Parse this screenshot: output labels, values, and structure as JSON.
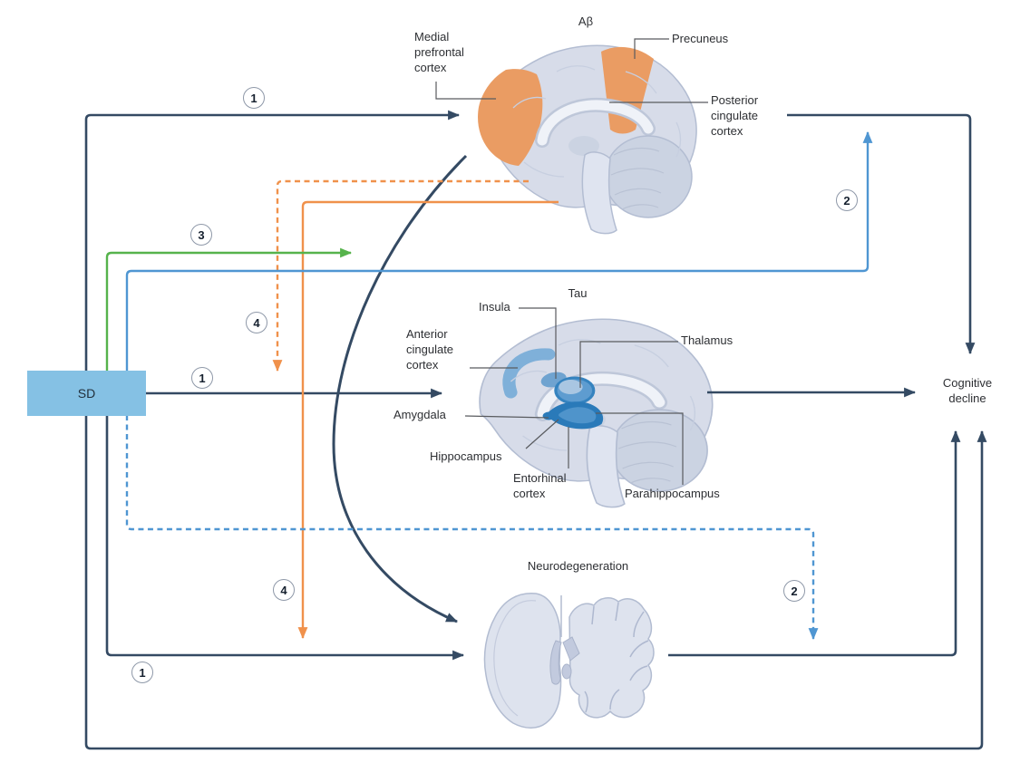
{
  "colors": {
    "navy_arrow": "#344a63",
    "blue_arrow": "#4f96d2",
    "green_arrow": "#56b34c",
    "orange_arrow": "#f0914b",
    "sd_box_fill": "#85c1e4",
    "brain_base": "#d7dce9",
    "brain_outline": "#b3bdd2",
    "abeta_region_highlight": "#ea9c63",
    "tau_region_dark": "#2a7ab9",
    "tau_region_light": "#7fb0d9"
  },
  "sd_node": {
    "label": "SD"
  },
  "cognitive_decline_node": {
    "label": "Cognitive decline"
  },
  "abeta_panel": {
    "title": "Aβ",
    "labels": {
      "medial_prefrontal_cortex": "Medial prefrontal cortex",
      "precuneus": "Precuneus",
      "posterior_cingulate_cortex": "Posterior cingulate cortex"
    }
  },
  "tau_panel": {
    "title": "Tau",
    "labels": {
      "insula": "Insula",
      "anterior_cingulate_cortex": "Anterior cingulate cortex",
      "thalamus": "Thalamus",
      "amygdala": "Amygdala",
      "hippocampus": "Hippocampus",
      "entorhinal_cortex": "Entorhinal cortex",
      "parahippocampus": "Parahippocampus"
    }
  },
  "neurodegeneration_panel": {
    "title": "Neurodegeneration"
  },
  "pathway_numbers": {
    "sd_to_abeta": "1",
    "sd_to_tau": "1",
    "sd_to_neurodegeneration": "1",
    "abeta_feedback_upper": "2",
    "neurodegeneration_feedback_lower": "2",
    "green_pathway": "3",
    "abeta_to_tau_dashed": "4",
    "abeta_to_neurodegeneration_solid": "4"
  }
}
